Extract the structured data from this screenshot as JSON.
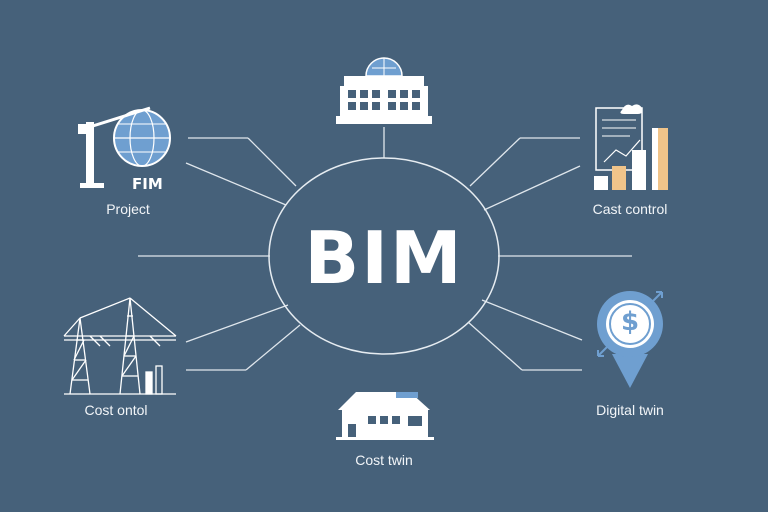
{
  "center": {
    "label": "BIM"
  },
  "nodes": {
    "project": {
      "label": "Project",
      "icon_text": "FIM",
      "icon": "crane-globe-icon"
    },
    "top": {
      "icon": "building-dome-icon"
    },
    "cost_control_top": {
      "label": "Cast control",
      "icon": "bar-chart-document-icon"
    },
    "cost_control_bottom": {
      "label": "Cost ontol",
      "icon": "crane-tower-icon"
    },
    "cost_twin": {
      "label": "Cost twin",
      "icon": "house-icon"
    },
    "digital_twin": {
      "label": "Digital twin",
      "icon": "dollar-pin-icon",
      "icon_text": "$"
    }
  },
  "colors": {
    "background": "#46617a",
    "line": "#dfe6ec",
    "globe_blue": "#6f9fd0",
    "bar_orange": "#f0c48a",
    "white": "#ffffff"
  }
}
